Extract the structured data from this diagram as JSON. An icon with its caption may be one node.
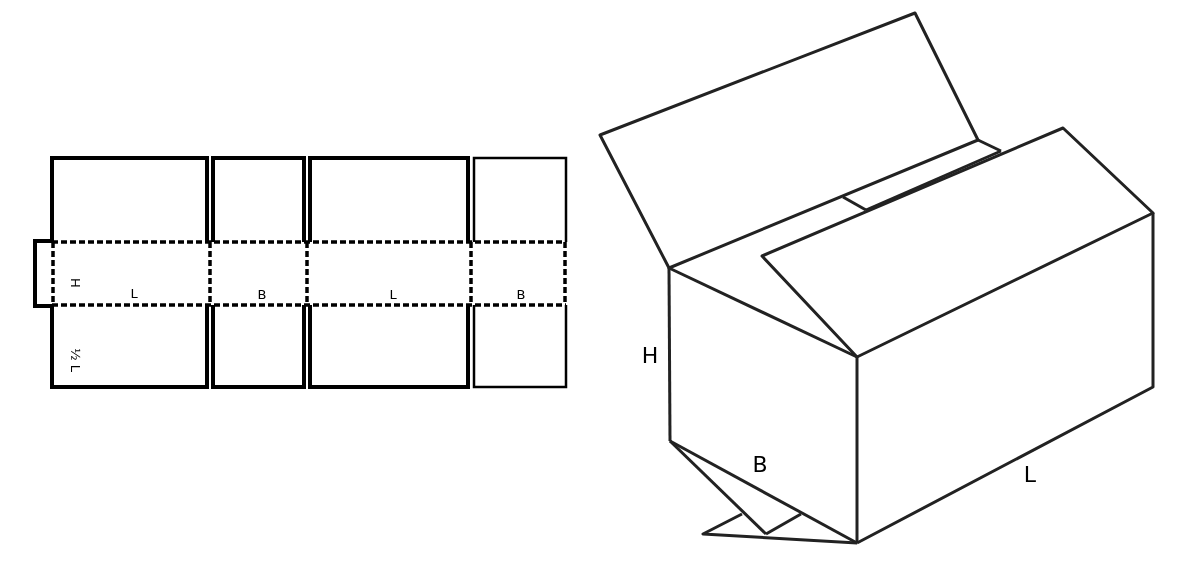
{
  "diagram": {
    "labels": [
      "H",
      "L",
      "B",
      "L",
      "B",
      "½ L",
      "H",
      "B",
      "L"
    ]
  }
}
